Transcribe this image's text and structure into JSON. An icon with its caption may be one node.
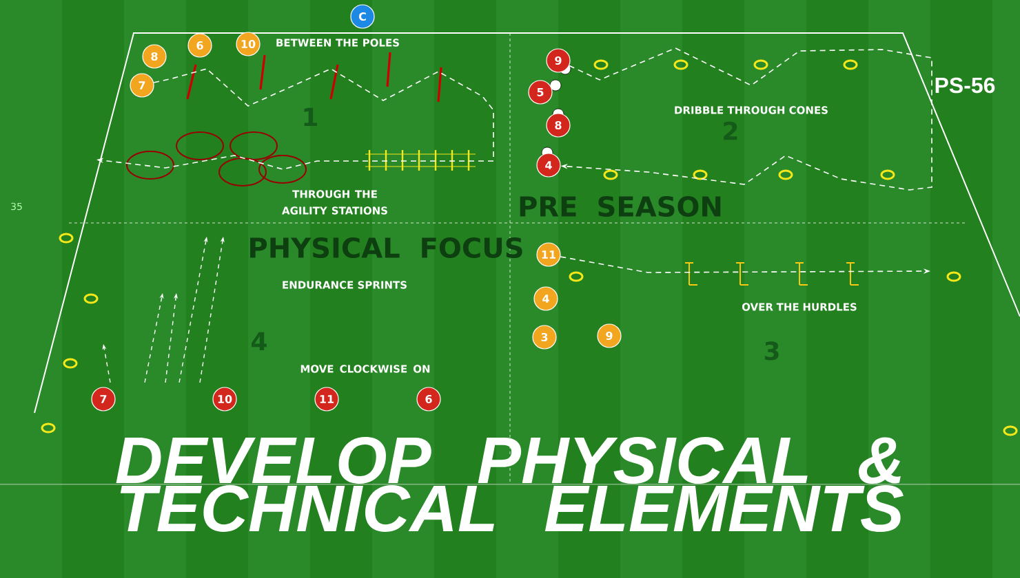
{
  "diagram": {
    "title": "DEVELOP PHYSICAL & TECHNICAL ELEMENTS",
    "nodes": [
      {
        "text": [
          "C"
        ]
      },
      {
        "text": [
          "8"
        ]
      },
      {
        "text": [
          "6"
        ]
      },
      {
        "text": [
          "10"
        ]
      },
      {
        "text": [
          "7"
        ]
      },
      {
        "text": [
          "9"
        ]
      },
      {
        "text": [
          "5"
        ]
      },
      {
        "text": [
          "8"
        ]
      },
      {
        "text": [
          "4"
        ]
      },
      {
        "text": [
          "11"
        ]
      },
      {
        "text": [
          "4"
        ]
      },
      {
        "text": [
          "3"
        ]
      },
      {
        "text": [
          "9"
        ]
      },
      {
        "text": [
          "7"
        ]
      },
      {
        "text": [
          "10"
        ]
      },
      {
        "text": [
          "11"
        ]
      },
      {
        "text": [
          "6"
        ]
      }
    ],
    "edges": [
      {
        "from": 4,
        "to": null,
        "arrow": "to"
      },
      {
        "from": 5,
        "to": 8,
        "arrow": "to"
      },
      {
        "from": 9,
        "to": null,
        "arrow": "to"
      }
    ],
    "labels": [
      "BETWEEN THE POLES",
      "1",
      "THROUGH THE AGILITY STATIONS",
      "35",
      "DRIBBLE THROUGH CONES",
      "2",
      "PRE SEASON",
      "PHYSICAL FOCUS",
      "ENDURANCE SPRINTS",
      "4",
      "OVER THE HURDLES",
      "3",
      "MOVE CLOCKWISE ON",
      "PS-56"
    ]
  }
}
